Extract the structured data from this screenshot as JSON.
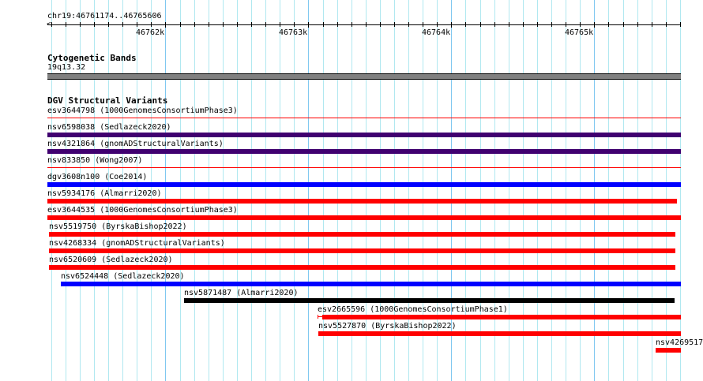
{
  "view": {
    "chrom": "chr19",
    "start": 46761174,
    "end": 46765606,
    "label": "chr19:46761174..46765606"
  },
  "ruler": {
    "major_ticks": [
      {
        "bp": 46762000,
        "label": "46762k"
      },
      {
        "bp": 46763000,
        "label": "46763k"
      },
      {
        "bp": 46764000,
        "label": "46764k"
      },
      {
        "bp": 46765000,
        "label": "46765k"
      }
    ]
  },
  "cyto_track": {
    "title": "Cytogenetic Bands",
    "band": "19q13.32",
    "color": "#808080"
  },
  "dgv_track": {
    "title": "DGV Structural Variants",
    "colors": {
      "loss": "#ff0000",
      "gain": "#0000ff",
      "complex": "#400070",
      "inversion": "#000000"
    },
    "features": [
      {
        "label": "esv3644798 (1000GenomesConsortiumPhase3)",
        "start": 46761174,
        "end": 46765606,
        "type": "loss",
        "style": "line"
      },
      {
        "label": "nsv6598038 (Sedlazeck2020)",
        "start": 46761174,
        "end": 46765606,
        "type": "complex",
        "style": "bar"
      },
      {
        "label": "nsv4321864 (gnomADStructuralVariants)",
        "start": 46761174,
        "end": 46765606,
        "type": "complex",
        "style": "bar"
      },
      {
        "label": "nsv833850 (Wong2007)",
        "start": 46761174,
        "end": 46765606,
        "type": "loss",
        "style": "line"
      },
      {
        "label": "dgv3608n100 (Coe2014)",
        "start": 46761174,
        "end": 46765606,
        "type": "gain",
        "style": "bar"
      },
      {
        "label": "nsv5934176 (Almarri2020)",
        "start": 46761174,
        "end": 46765578,
        "type": "loss",
        "style": "bar"
      },
      {
        "label": "esv3644535 (1000GenomesConsortiumPhase3)",
        "start": 46761174,
        "end": 46765606,
        "type": "loss",
        "style": "bar"
      },
      {
        "label": "nsv5519750 (ByrskaBishop2022)",
        "start": 46761185,
        "end": 46765567,
        "type": "loss",
        "style": "bar"
      },
      {
        "label": "nsv4268334 (gnomADStructuralVariants)",
        "start": 46761185,
        "end": 46765567,
        "type": "loss",
        "style": "bar"
      },
      {
        "label": "nsv6520609 (Sedlazeck2020)",
        "start": 46761185,
        "end": 46765567,
        "type": "loss",
        "style": "bar"
      },
      {
        "label": "nsv6524448 (Sedlazeck2020)",
        "start": 46761268,
        "end": 46765606,
        "type": "gain",
        "style": "bar"
      },
      {
        "label": "nsv5871487 (Almarri2020)",
        "start": 46762130,
        "end": 46765562,
        "type": "inversion",
        "style": "bar"
      },
      {
        "label": "esv2665596 (1000GenomesConsortiumPhase1)",
        "start": 46763064,
        "end": 46765606,
        "type": "loss",
        "style": "bar-split"
      },
      {
        "label": "nsv5527870 (ByrskaBishop2022)",
        "start": 46763069,
        "end": 46765606,
        "type": "loss",
        "style": "bar"
      },
      {
        "label": "nsv4269517",
        "start": 46765429,
        "end": 46765606,
        "type": "loss",
        "style": "bar"
      }
    ]
  }
}
